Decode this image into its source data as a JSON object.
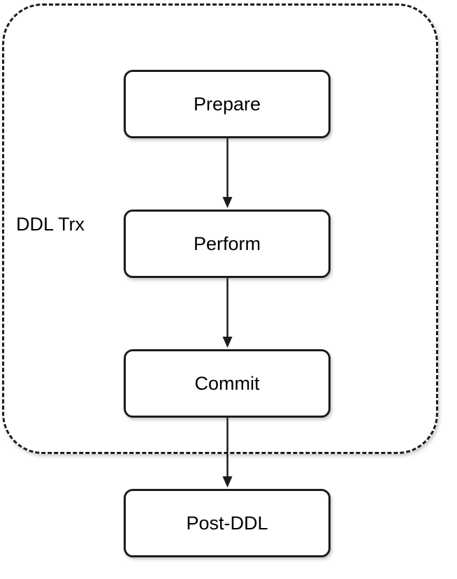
{
  "diagram": {
    "type": "flowchart",
    "container": {
      "label": "DDL Trx",
      "style": "dashed-rounded-rectangle"
    },
    "nodes": [
      {
        "id": "prepare",
        "label": "Prepare",
        "inside_container": true
      },
      {
        "id": "perform",
        "label": "Perform",
        "inside_container": true
      },
      {
        "id": "commit",
        "label": "Commit",
        "inside_container": true
      },
      {
        "id": "post_ddl",
        "label": "Post-DDL",
        "inside_container": false
      }
    ],
    "edges": [
      {
        "from": "prepare",
        "to": "perform",
        "style": "solid-arrow"
      },
      {
        "from": "perform",
        "to": "commit",
        "style": "solid-arrow"
      },
      {
        "from": "commit",
        "to": "post_ddl",
        "style": "solid-arrow"
      }
    ],
    "colors": {
      "stroke": "#1c1c1c",
      "node_fill": "#ffffff",
      "background": "#ffffff",
      "text": "#000000"
    }
  }
}
